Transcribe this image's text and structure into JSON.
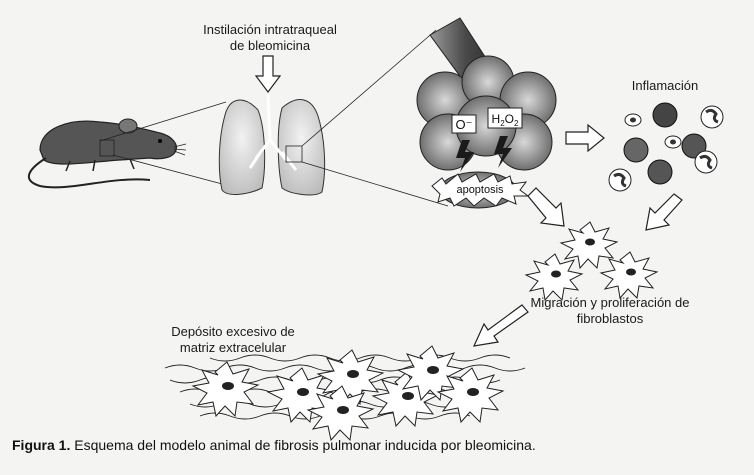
{
  "labels": {
    "instillation_line1": "Instilación intratraqueal",
    "instillation_line2": "de bleomicina",
    "inflammation": "Inflamación",
    "superoxide": "O⁻",
    "peroxide_h": "H",
    "peroxide_2a": "2",
    "peroxide_o": "O",
    "peroxide_2b": "2",
    "apoptosis": "apoptosis",
    "migration_line1": "Migración y proliferación de",
    "migration_line2": "fibroblastos",
    "deposit_line1": "Depósito excesivo de",
    "deposit_line2": "matriz extracelular"
  },
  "caption": {
    "figure_number": "Figura 1.",
    "text": " Esquema del modelo animal de fibrosis pulmonar inducida por bleomicina."
  }
}
